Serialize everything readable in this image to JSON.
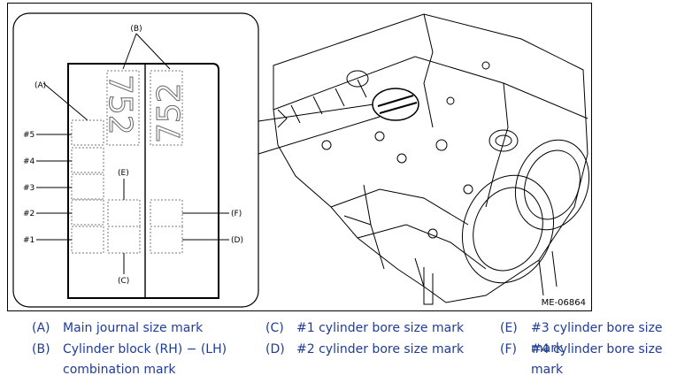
{
  "figure": {
    "code": "ME-06864",
    "callouts": {
      "A": "(A)",
      "B": "(B)",
      "C": "(C)",
      "E": "(E)",
      "F": "(F)",
      "D": "(D)"
    },
    "journal_labels": [
      "#5",
      "#4",
      "#3",
      "#2",
      "#1"
    ],
    "mark_left": "752",
    "mark_right": "752"
  },
  "legend": [
    {
      "key": "(A)",
      "text": "Main journal size mark"
    },
    {
      "key": "(B)",
      "text": "Cylinder block (RH) − (LH)",
      "text2": "combination mark"
    },
    {
      "key": "(C)",
      "text": "#1 cylinder bore size mark"
    },
    {
      "key": "(D)",
      "text": "#2 cylinder bore size mark"
    },
    {
      "key": "(E)",
      "text": "#3 cylinder bore size mark"
    },
    {
      "key": "(F)",
      "text": "#4 cylinder bore size mark"
    }
  ]
}
